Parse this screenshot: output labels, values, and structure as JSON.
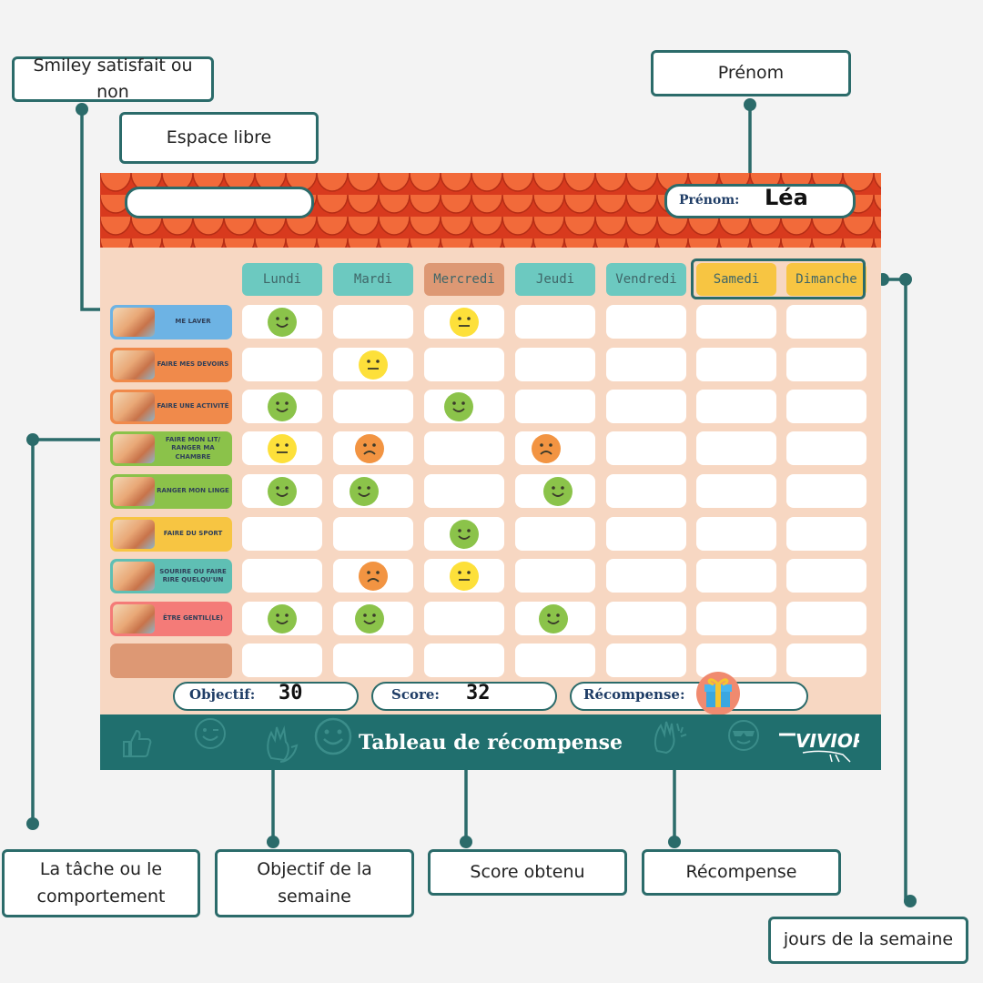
{
  "callouts": {
    "smiley": "Smiley satisfait ou non",
    "espace_libre": "Espace libre",
    "prenom": "Prénom",
    "tache": "La tâche ou le comportement",
    "objectif": "Objectif de la semaine",
    "score": "Score obtenu",
    "recompense": "Récompense",
    "jours": "jours de la semaine"
  },
  "chart": {
    "name_label": "Prénom:",
    "name_value": "Léa",
    "days": [
      {
        "label": "Lundi",
        "color": "#6cc9c0"
      },
      {
        "label": "Mardi",
        "color": "#6cc9c0"
      },
      {
        "label": "Mercredi",
        "color": "#dd9874"
      },
      {
        "label": "Jeudi",
        "color": "#6cc9c0"
      },
      {
        "label": "Vendredi",
        "color": "#6cc9c0"
      },
      {
        "label": "Samedi",
        "color": "#f7c542"
      },
      {
        "label": "Dimanche",
        "color": "#f7c542"
      }
    ],
    "tasks": [
      {
        "label": "ME LAVER",
        "color": "#6db3e4"
      },
      {
        "label": "FAIRE MES DEVOIRS",
        "color": "#f08a4b"
      },
      {
        "label": "FAIRE UNE ACTIVITÉ",
        "color": "#f08a4b"
      },
      {
        "label": "FAIRE MON LIT/ RANGER MA CHAMBRE",
        "color": "#8bc24a"
      },
      {
        "label": "RANGER MON LINGE",
        "color": "#8bc24a"
      },
      {
        "label": "FAIRE DU SPORT",
        "color": "#f7c542"
      },
      {
        "label": "SOURIRE OU FAIRE RIRE QUELQU'UN",
        "color": "#5fbfb4"
      },
      {
        "label": "ÊTRE GENTIL(LE)",
        "color": "#f47b78"
      },
      {
        "label": "",
        "color": "#dd9874"
      }
    ],
    "smileys": [
      [
        "happy",
        "",
        "neutral",
        "",
        "",
        "",
        ""
      ],
      [
        "",
        "neutral",
        "",
        "",
        "",
        "",
        ""
      ],
      [
        "happy",
        "",
        "happy",
        "",
        "",
        "",
        ""
      ],
      [
        "neutral",
        "sad",
        "",
        "sad",
        "",
        "",
        ""
      ],
      [
        "happy",
        "happy",
        "",
        "happy",
        "",
        "",
        ""
      ],
      [
        "",
        "",
        "happy",
        "",
        "",
        "",
        ""
      ],
      [
        "",
        "sad",
        "neutral",
        "",
        "",
        "",
        ""
      ],
      [
        "happy",
        "happy",
        "",
        "happy",
        "",
        "",
        ""
      ],
      [
        "",
        "",
        "",
        "",
        "",
        "",
        ""
      ]
    ],
    "objectif_label": "Objectif:",
    "objectif_value": "30",
    "score_label": "Score:",
    "score_value": "32",
    "recompense_label": "Récompense:",
    "footer_title": "Tableau de récompense",
    "brand": "VIVIOP"
  },
  "colors": {
    "teal": "#206f6e",
    "roof": "#ee5a2f",
    "background": "#f7d7c2",
    "smiley_happy": "#8bc34a",
    "smiley_neutral": "#fde03a",
    "smiley_sad": "#f29442"
  }
}
